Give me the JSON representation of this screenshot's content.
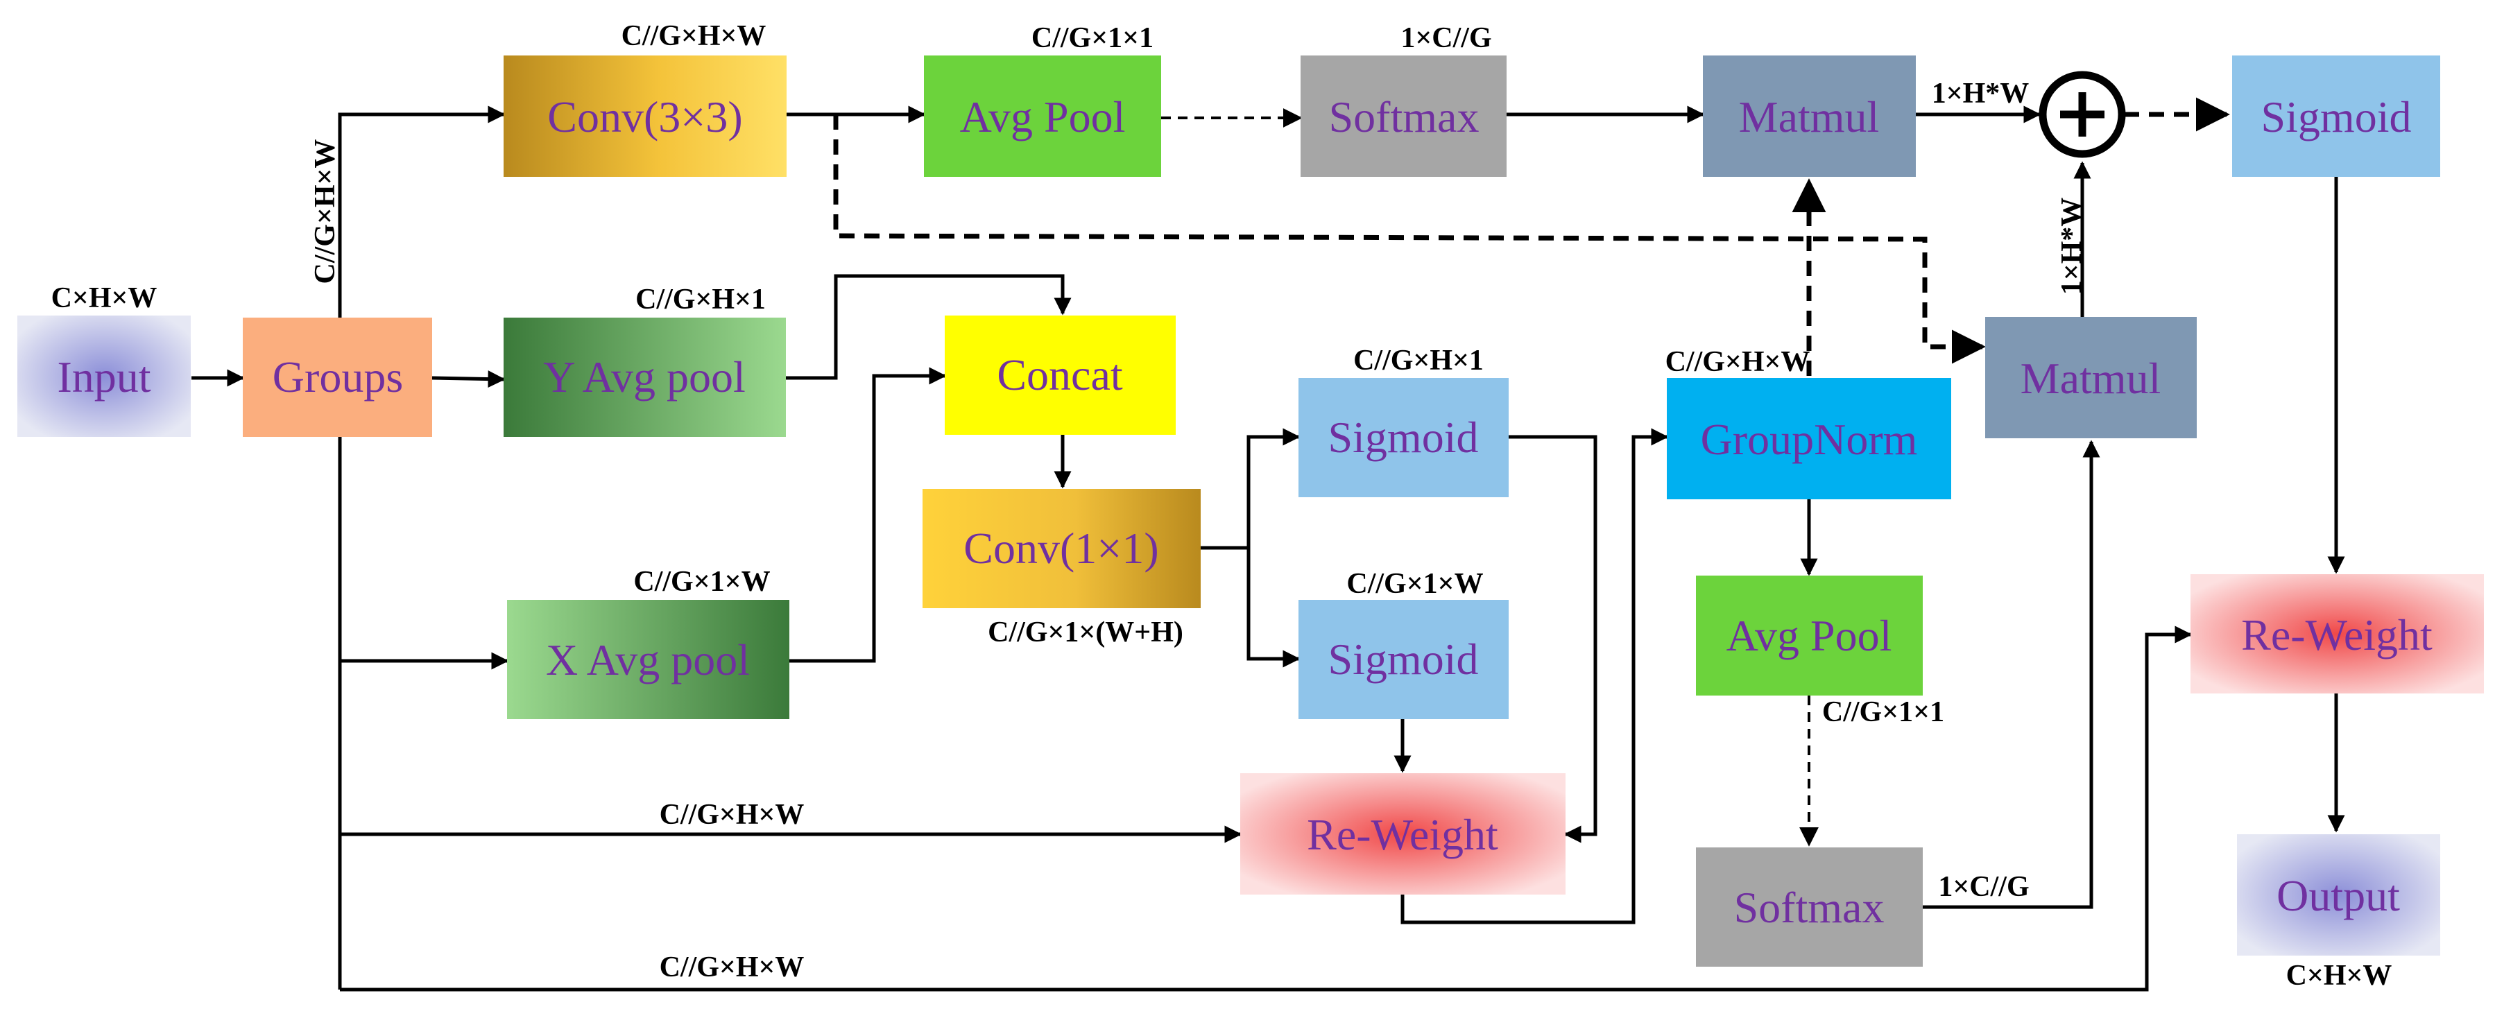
{
  "nodes": {
    "input": "Input",
    "groups": "Groups",
    "conv3x3": "Conv(3×3)",
    "avgpool_top": "Avg Pool",
    "softmax_top": "Softmax",
    "matmul_top": "Matmul",
    "sigmoid_top": "Sigmoid",
    "y_avgpool": "Y Avg pool",
    "concat": "Concat",
    "x_avgpool": "X Avg pool",
    "conv1x1": "Conv(1×1)",
    "sigmoid_h": "Sigmoid",
    "sigmoid_w": "Sigmoid",
    "reweight_mid": "Re-Weight",
    "groupnorm": "GroupNorm",
    "avgpool_mid": "Avg Pool",
    "softmax_bottom": "Softmax",
    "matmul_mid": "Matmul",
    "reweight_right": "Re-Weight",
    "output": "Output",
    "plus": "+"
  },
  "dims": {
    "input": "C×H×W",
    "groups_out": "C//G×H×W",
    "conv3x3_out": "C//G×H×W",
    "avgpool_top_out": "C//G×1×1",
    "softmax_top_out": "1×C//G",
    "matmul_top_out": "1×H*W",
    "matmul_mid_out": "1×H*W",
    "y_avgpool_out": "C//G×H×1",
    "x_avgpool_out": "C//G×1×W",
    "conv1x1_out": "C//G×1×(W+H)",
    "sigmoid_h_out": "C//G×H×1",
    "sigmoid_w_out": "C//G×1×W",
    "groupnorm_out": "C//G×H×W",
    "avgpool_mid_out": "C//G×1×1",
    "softmax_bottom_out": "1×C//G",
    "skip_mid": "C//G×H×W",
    "skip_bottom": "C//G×H×W",
    "output": "C×H×W"
  }
}
